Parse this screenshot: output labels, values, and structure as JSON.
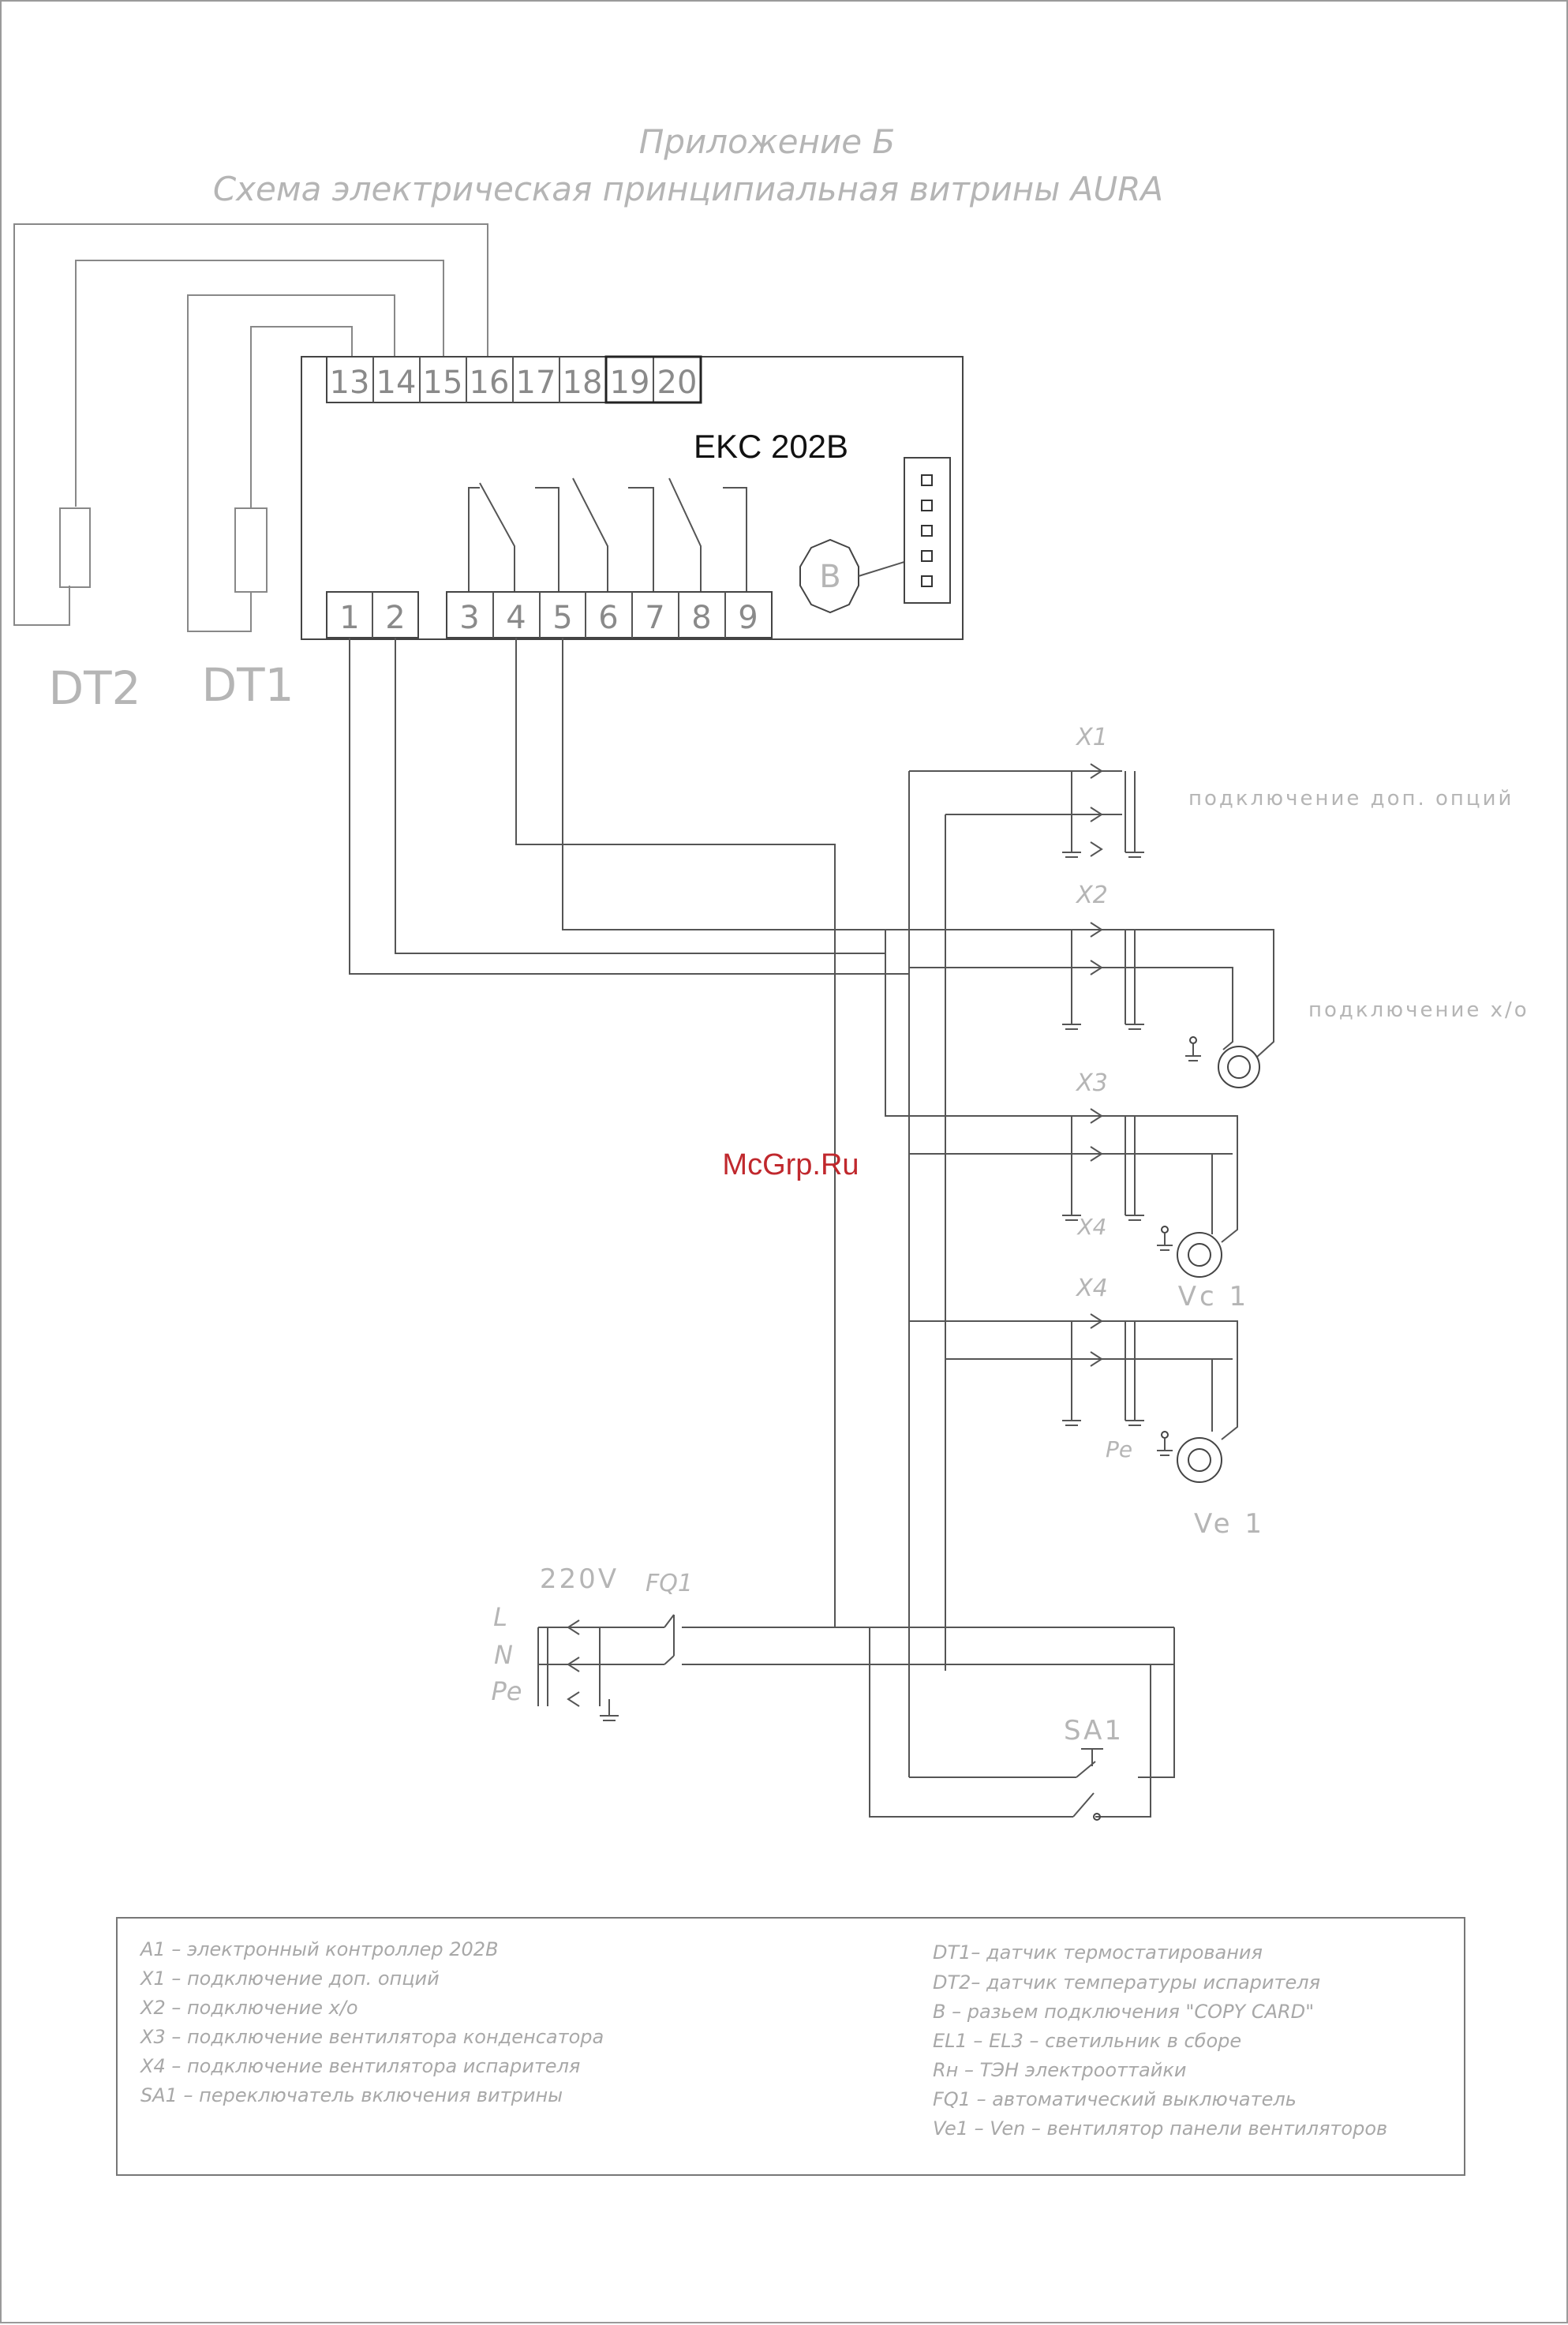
{
  "header": {
    "appendix": "Приложение Б",
    "title": "Схема электрическая принципиальная витрины AURA"
  },
  "controller": {
    "model": "EKC 202B",
    "top_terminals": [
      "13",
      "14",
      "15",
      "16",
      "17",
      "18",
      "19",
      "20"
    ],
    "bottom_terminals": [
      "1",
      "2",
      "3",
      "4",
      "5",
      "6",
      "7",
      "8",
      "9"
    ],
    "copy_card_connector": "B"
  },
  "sensors": {
    "dt2": "DT2",
    "dt1": "DT1"
  },
  "connectors": {
    "x1": "X1",
    "x2": "X2",
    "x3": "X3",
    "x4_lower": "X4",
    "x4": "X4",
    "pe": "Pe",
    "x1_note": "подключение доп. опций",
    "x2_note": "подключение х/о"
  },
  "fans": {
    "vc1": "Vc 1",
    "ve1": "Ve 1"
  },
  "power": {
    "voltage": "220V",
    "breaker": "FQ1",
    "l": "L",
    "n": "N",
    "pe": "Pe",
    "switch": "SA1"
  },
  "watermark": "McGrp.Ru",
  "legend": {
    "left": [
      "A1 – электронный контроллер 202B",
      "X1 – подключение доп. опций",
      "X2 – подключение х/о",
      "X3 – подключение вентилятора конденсатора",
      "X4 – подключение вентилятора испарителя",
      "SA1 – переключатель включения витрины"
    ],
    "right": [
      "DT1– датчик термостатирования",
      "DT2– датчик температуры испарителя",
      "B – разьем подключения \"COPY CARD\"",
      "EL1 – EL3 – светильник в сборе",
      "Rн – ТЭН электрооттайки",
      "FQ1 – автоматический выключатель",
      "Ve1 – Ven – вентилятор панели вентиляторов"
    ]
  }
}
